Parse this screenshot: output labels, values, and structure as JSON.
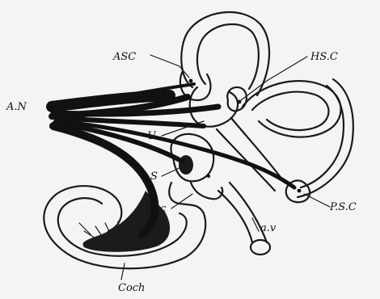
{
  "labels": {
    "asc": "ASC",
    "hsc": "HS.C",
    "an": "A.N",
    "u": "U",
    "s": "S",
    "c": "c",
    "psc": "P.S.C",
    "av": "a.v",
    "coch": "Coch"
  },
  "colors": {
    "ink": "#111111",
    "background": "#f4f4f4"
  }
}
